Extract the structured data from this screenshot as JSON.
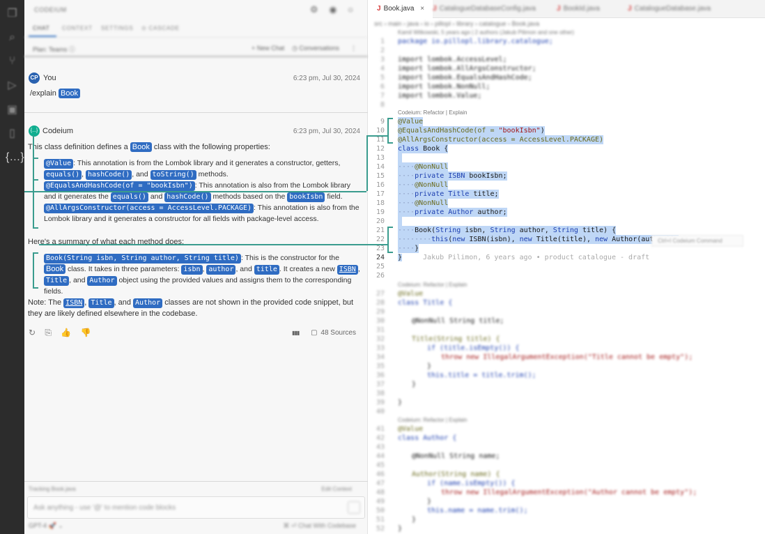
{
  "left_panel": {
    "title": "CODEIUM",
    "top_icons": "⚙ ◉ ○",
    "tabs": [
      "CHAT",
      "CONTEXT",
      "SETTINGS",
      "⊙ CASCADE"
    ],
    "plan_label": "Plan: Teams ⓘ",
    "new_chat": "+ New Chat",
    "conversations": "◷ Conversations",
    "more": "⋮"
  },
  "user_msg": {
    "avatar": "CP",
    "name": "You",
    "time": "6:23 pm, Jul 30, 2024",
    "command": "/explain",
    "target": "Book"
  },
  "bot_msg": {
    "avatar": "{...}",
    "name": "Codeium",
    "time": "6:23 pm, Jul 30, 2024",
    "intro_a": "This class definition defines a",
    "intro_b": "class with the following properties:",
    "p1": {
      "pill1": "@Value",
      "t1": ": This annotation is from the Lombok library and it generates a constructor, getters,",
      "pill2": "equals()",
      "t2": ",",
      "pill3": "hashCode()",
      "t3": ", and",
      "pill4": "toString()",
      "t4": "methods."
    },
    "p2": {
      "pill1": "@EqualsAndHashCode(of = \"bookIsbn\")",
      "t1": ": This annotation is also from the Lombok library and it generates the",
      "pill2": "equals()",
      "t2": "and",
      "pill3": "hashCode()",
      "t3": "methods based on the",
      "pill4": "bookIsbn",
      "t4": "field."
    },
    "p3": {
      "pill1": "@AllArgsConstructor(access = AccessLevel.PACKAGE)",
      "t1": ": This annotation is also from the Lombok library and it generates a constructor for all fields with package-level access."
    },
    "summary_heading": "Here's a summary of what each method does:",
    "ctor": {
      "pill1": "Book(String isbn, String author, String title)",
      "t1": ": This is the constructor for the",
      "pill2": "Book",
      "t2": "class. It takes in three parameters:",
      "pill3": "isbn",
      "t3": ",",
      "pill4": "author",
      "t4": ", and",
      "pill5": "title",
      "t5": ". It creates a new",
      "pill6": "ISBN",
      "t6": ",",
      "pill7": "Title",
      "t7": ", and",
      "pill8": "Author",
      "t8": "object using the provided values and assigns them to the corresponding fields."
    },
    "note": {
      "t0": "Note: The",
      "pill1": "ISBN",
      "t1": ",",
      "pill2": "Title",
      "t2": ", and",
      "pill3": "Author",
      "t3": "classes are not shown in the provided code snippet, but they are likely defined elsewhere in the codebase."
    },
    "action_icons": "↻ ⎘ 👍 👎",
    "stats_icon": "▮▮▮",
    "sources": "48 Sources"
  },
  "footer": {
    "tracking": "Tracking Book.java",
    "edit_context": "Edit Context",
    "input_placeholder": "Ask anything - use '@' to mention code blocks",
    "model": "GPT-4 🚀 ⌄",
    "chat_with": "⌘ ⏎ Chat With Codebase"
  },
  "editor": {
    "tabs": [
      {
        "label": "Book.java",
        "active": true,
        "close": "×"
      },
      {
        "label": "CatalogueDatabaseConfig.java",
        "active": false
      },
      {
        "label": "BookId.java",
        "active": false
      },
      {
        "label": "CatalogueDatabase.java",
        "active": false
      }
    ],
    "breadcrumbs": "src › main › java › io › pillopl › library › catalogue › Book.java",
    "blame_header": "Kamil Witkowski, 5 years ago | 2 authors (Jakub Pilimon and one other)",
    "lens_1": "Codeium: Refactor | Explain",
    "lens_2": "Codeium: Refactor | Explain",
    "lens_3": "Codeium: Refactor | Explain",
    "blame_inline": "Jakub Pilimon, 6 years ago • product catalogue - draft",
    "command_hint": "Ctrl+I Codeium Command",
    "lines": {
      "l1": "package io.pillopl.library.catalogue;",
      "l3": "import lombok.AccessLevel;",
      "l4": "import lombok.AllArgsConstructor;",
      "l5": "import lombok.EqualsAndHashCode;",
      "l6": "import lombok.NonNull;",
      "l7": "import lombok.Value;",
      "l9": "@Value",
      "l10a": "@EqualsAndHashCode(of = ",
      "l10b": "\"bookIsbn\"",
      "l10c": ")",
      "l11": "@AllArgsConstructor(access = AccessLevel.PACKAGE)",
      "l12a": "class",
      "l12b": " Book {",
      "l14": "@NonNull",
      "l15a": "private",
      "l15b": " ISBN",
      "l15c": " bookIsbn;",
      "l16": "@NonNull",
      "l17a": "private",
      "l17b": " Title",
      "l17c": " title;",
      "l18": "@NonNull",
      "l19a": "private",
      "l19b": " Author",
      "l19c": " author;",
      "l21a": "Book(",
      "l21b": "String",
      "l21c": " isbn, ",
      "l21d": "String",
      "l21e": " author, ",
      "l21f": "String",
      "l21g": " title) {",
      "l22a": "this",
      "l22b": "(",
      "l22c": "new",
      "l22d": " ISBN(isbn), ",
      "l22e": "new",
      "l22f": " Title(title), ",
      "l22g": "new",
      "l22h": " Author(author));",
      "l23": "}",
      "l24": "}",
      "l27": "@Value",
      "l28": "class Title {",
      "l30": "@NonNull String title;",
      "l32": "Title(String title) {",
      "l33": "if (title.isEmpty()) {",
      "l34": "throw new IllegalArgumentException(\"Title cannot be empty\");",
      "l35": "}",
      "l36": "this.title = title.trim();",
      "l37": "}",
      "l39": "}",
      "l41": "@Value",
      "l42": "class Author {",
      "l44": "@NonNull String name;",
      "l46": "Author(String name) {",
      "l47": "if (name.isEmpty()) {",
      "l48": "throw new IllegalArgumentException(\"Author cannot be empty\");",
      "l49": "}",
      "l50": "this.name = name.trim();",
      "l51": "}",
      "l52": "}"
    },
    "line_numbers": [
      "1",
      "2",
      "3",
      "4",
      "5",
      "6",
      "7",
      "8",
      "9",
      "10",
      "11",
      "12",
      "13",
      "14",
      "15",
      "16",
      "17",
      "18",
      "19",
      "20",
      "21",
      "22",
      "23",
      "24",
      "25",
      "26",
      "27",
      "28",
      "29",
      "30",
      "31",
      "32",
      "33",
      "34",
      "35",
      "36",
      "37",
      "38",
      "39",
      "40",
      "41",
      "42",
      "43",
      "44",
      "45",
      "46",
      "47",
      "48",
      "49",
      "50",
      "51",
      "52"
    ]
  },
  "activity_icons": [
    "copy-icon",
    "search-icon",
    "source-control-icon",
    "run-debug-icon",
    "remote-icon",
    "bookmark-icon",
    "codeium-icon"
  ]
}
